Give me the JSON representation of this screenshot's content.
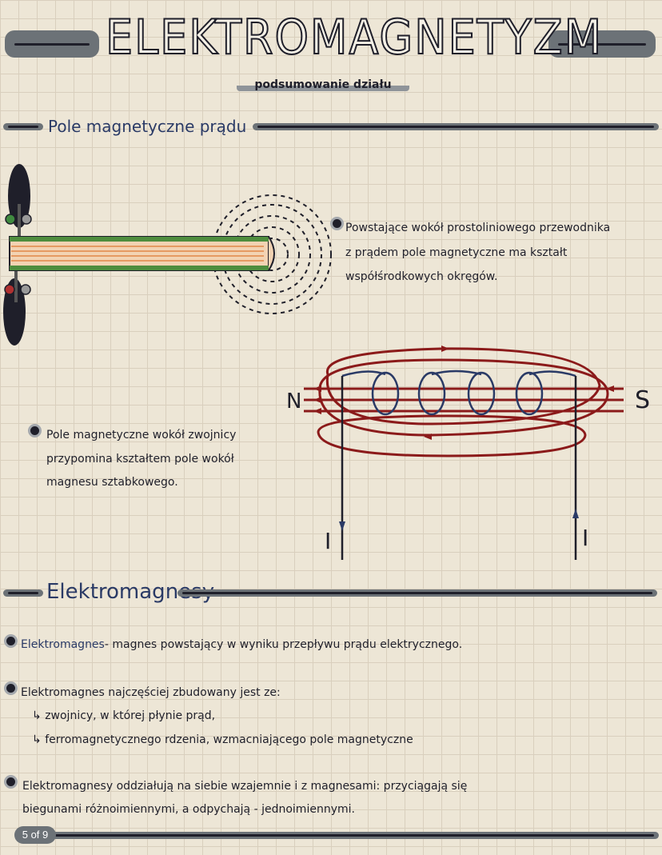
{
  "header": {
    "title": "ELEKTROMAGNETYZM",
    "subtitle": "podsumowanie działu"
  },
  "section1": {
    "title": "Pole magnetyczne prądu",
    "bullet1_lines": [
      "Powstające wokół prostoliniowego przewodnika",
      "z prądem pole magnetyczne ma kształt",
      "współśrodkowych okręgów."
    ],
    "bullet2_lines": [
      "Pole magnetyczne wokół zwojnicy",
      "przypomina kształtem pole wokół",
      "magnesu sztabkowego."
    ],
    "diagram": {
      "pole_n": "N",
      "pole_s": "S",
      "current_left": "I",
      "current_right": "I"
    }
  },
  "section2": {
    "title": "Elektromagnesy",
    "bullet1_term": "Elektromagnes",
    "bullet1_rest": "- magnes powstający w wyniku przepływu prądu elektrycznego.",
    "bullet2_line": "Elektromagnes najczęściej zbudowany jest ze:",
    "bullet2_sub": [
      "zwojnicy, w której płynie prąd,",
      "ferromagnetycznego rdzenia, wzmacniającego pole magnetyczne"
    ],
    "bullet3_lines": [
      "Elektromagnesy oddziałują na siebie wzajemnie i z magnesami: przyciągają się",
      "biegunami różnoimiennymi, a odpychają - jednoimiennymi."
    ]
  },
  "footer": {
    "page_indicator": "5 of 9"
  },
  "colors": {
    "background": "#ede6d6",
    "ink": "#1f1f2a",
    "accent_blue": "#2a3a66",
    "field_lines": "#8b1a1a",
    "rule_gray": "#6c7277"
  }
}
